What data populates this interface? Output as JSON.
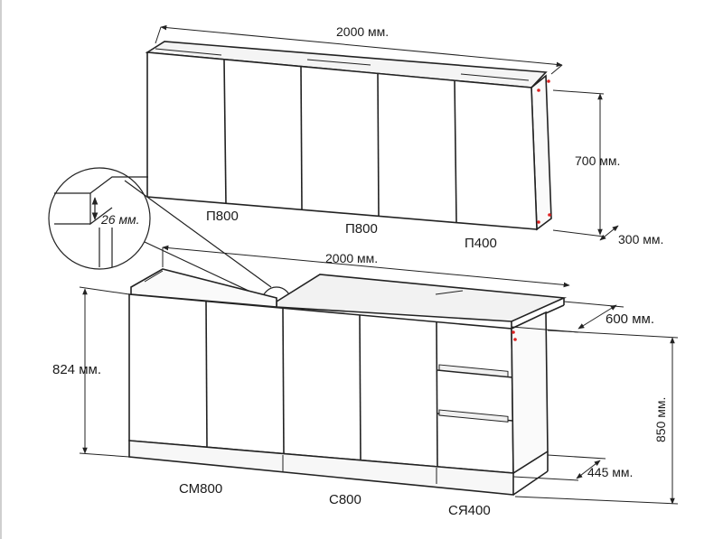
{
  "wall_cabinets": {
    "width_label": "2000 мм.",
    "height_label": "700 мм.",
    "depth_label": "300 мм.",
    "modules": [
      "П800",
      "П800",
      "П400"
    ]
  },
  "base_cabinets": {
    "width_label": "2000 мм.",
    "depth_label": "600 мм.",
    "height_label": "850 мм.",
    "body_height_label": "824 мм.",
    "drawer_depth_label": "445 мм.",
    "modules": [
      "СМ800",
      "С800",
      "СЯ400"
    ]
  },
  "detail": {
    "thickness_label": "26 мм."
  }
}
